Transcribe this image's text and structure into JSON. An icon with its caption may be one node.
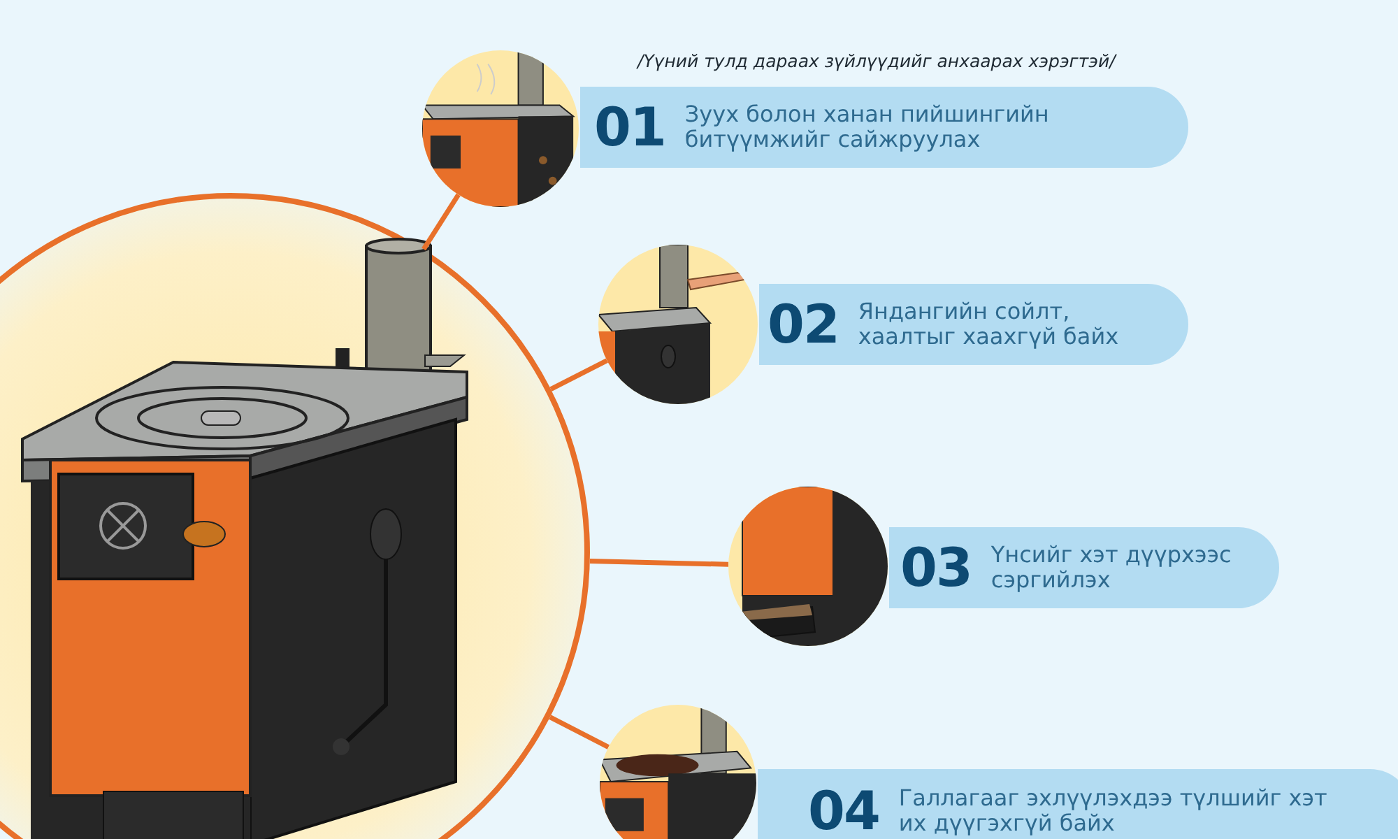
{
  "diagram": {
    "nodes": [
      {
        "text": [],
        "shape": "picture"
      },
      {
        "text": [],
        "shape": "picture"
      },
      {
        "text": [],
        "shape": "picture"
      },
      {
        "text": [],
        "shape": "picture"
      },
      {
        "text": [],
        "shape": "picture"
      },
      {
        "text": [
          "01",
          "Зуух болон ханан пийшингийн битүүмжийг сайжруулах"
        ]
      },
      {
        "text": [
          "02",
          "Яндангийн сойлт, хаалтыг хаахгүй байх"
        ]
      },
      {
        "text": [
          "03",
          "Үнсийг хэт дүүрхээс сэргийлэх"
        ]
      },
      {
        "text": [
          "04",
          "Галлагааг эхлүүлэхдээ түлшийг хэт их дүүгэхгүй байх"
        ]
      }
    ],
    "edges": [
      {
        "from": 0,
        "to": 1,
        "arrow": "none"
      },
      {
        "from": 0,
        "to": 2,
        "arrow": "none"
      },
      {
        "from": 0,
        "to": 3,
        "arrow": "none"
      },
      {
        "from": 0,
        "to": 4,
        "arrow": "none"
      }
    ],
    "labels": [
      "/Үүний тулд дараах зүйлүүдийг анхаарах хэрэгтэй/"
    ]
  }
}
